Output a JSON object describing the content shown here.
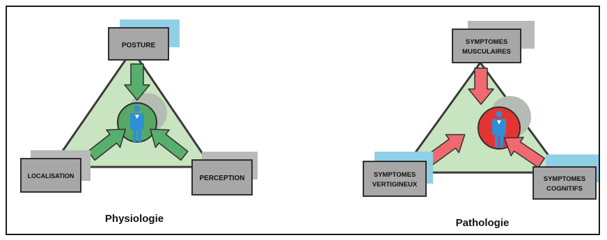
{
  "colors": {
    "triangle_fill": "#c8e4c0",
    "triangle_stroke": "#3a3a3a",
    "box_fill": "#a7a7a7",
    "box_stroke": "#2e2e2e",
    "shadow_blue": "#8fd0e6",
    "shadow_gray": "#b9b9b9",
    "arrow_green": "#58ae6c",
    "arrow_red": "#ee6a70",
    "center_green": "#56a864",
    "center_red": "#e43432",
    "person": "#2f8ed6"
  },
  "physiology": {
    "caption": "Physiologie",
    "top_box": "POSTURE",
    "left_box": "LOCALISATION",
    "right_box": "PERCEPTION"
  },
  "pathology": {
    "caption": "Pathologie",
    "top_box": [
      "SYMPTOMES",
      "MUSCULAIRES"
    ],
    "left_box": [
      "SYMPTOMES",
      "VERTIGINEUX"
    ],
    "right_box": [
      "SYMPTOMES",
      "COGNITIFS"
    ]
  }
}
